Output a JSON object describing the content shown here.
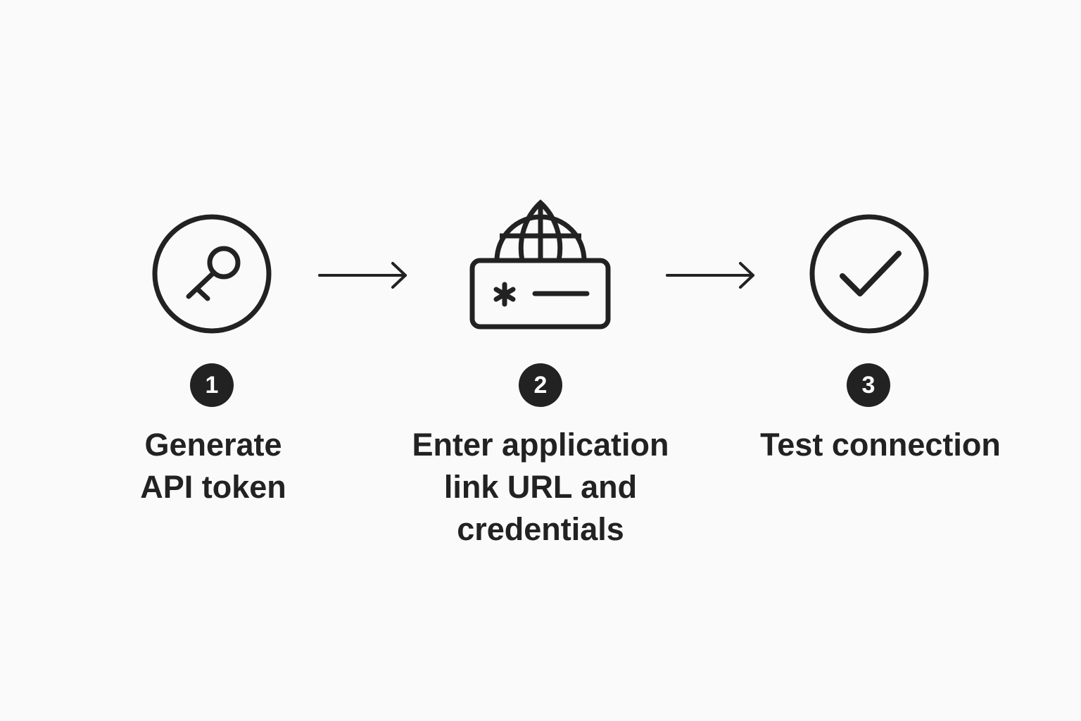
{
  "steps": [
    {
      "number": "1",
      "icon": "key-icon",
      "label_lines": [
        "Generate",
        "API token"
      ]
    },
    {
      "number": "2",
      "icon": "globe-credentials-icon",
      "label_lines": [
        "Enter application",
        "link URL and",
        "credentials"
      ]
    },
    {
      "number": "3",
      "icon": "checkmark-circle-icon",
      "label_lines": [
        "Test connection"
      ]
    }
  ],
  "colors": {
    "background": "#fafafa",
    "ink": "#222222",
    "badge_text": "#ffffff"
  }
}
